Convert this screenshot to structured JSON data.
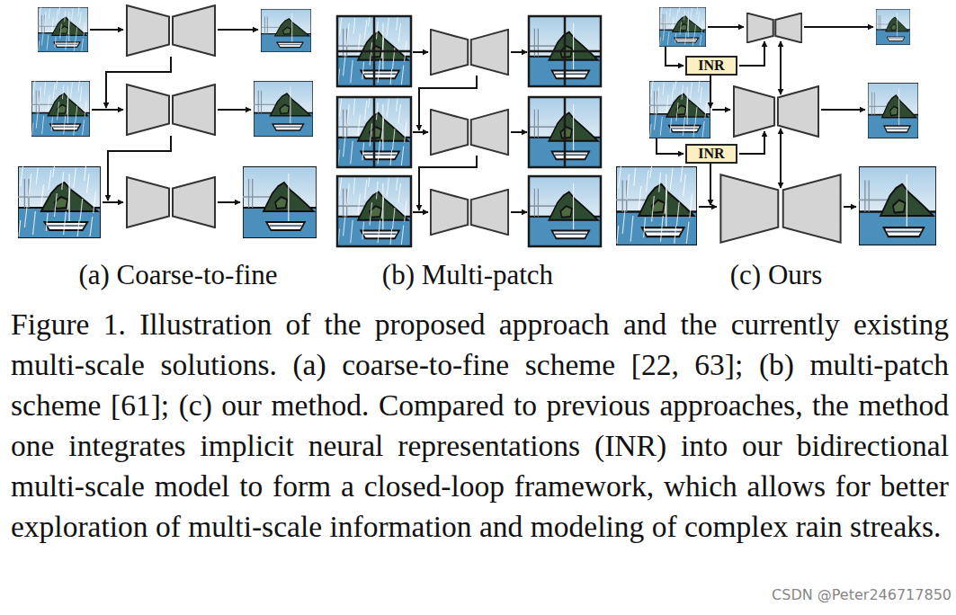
{
  "diagram": {
    "caption": "Figure 1. Illustration of the proposed approach and the currently existing multi-scale solutions. (a) coarse-to-fine scheme [22, 63]; (b) multi-patch scheme [61]; (c) our method. Compared to previous approaches, the method one integrates implicit neural representations (INR) into our bidirectional multi-scale model to form a closed-loop framework, which allows for better exploration of multi-scale information and modeling of complex rain streaks.",
    "nodes": [
      {
        "text": [
          "INR"
        ]
      },
      {
        "text": [
          "INR"
        ]
      }
    ],
    "labels": [
      "(a) Coarse-to-fine",
      "(b) Multi-patch",
      "(c) Ours",
      "CSDN @Peter246717850"
    ]
  }
}
